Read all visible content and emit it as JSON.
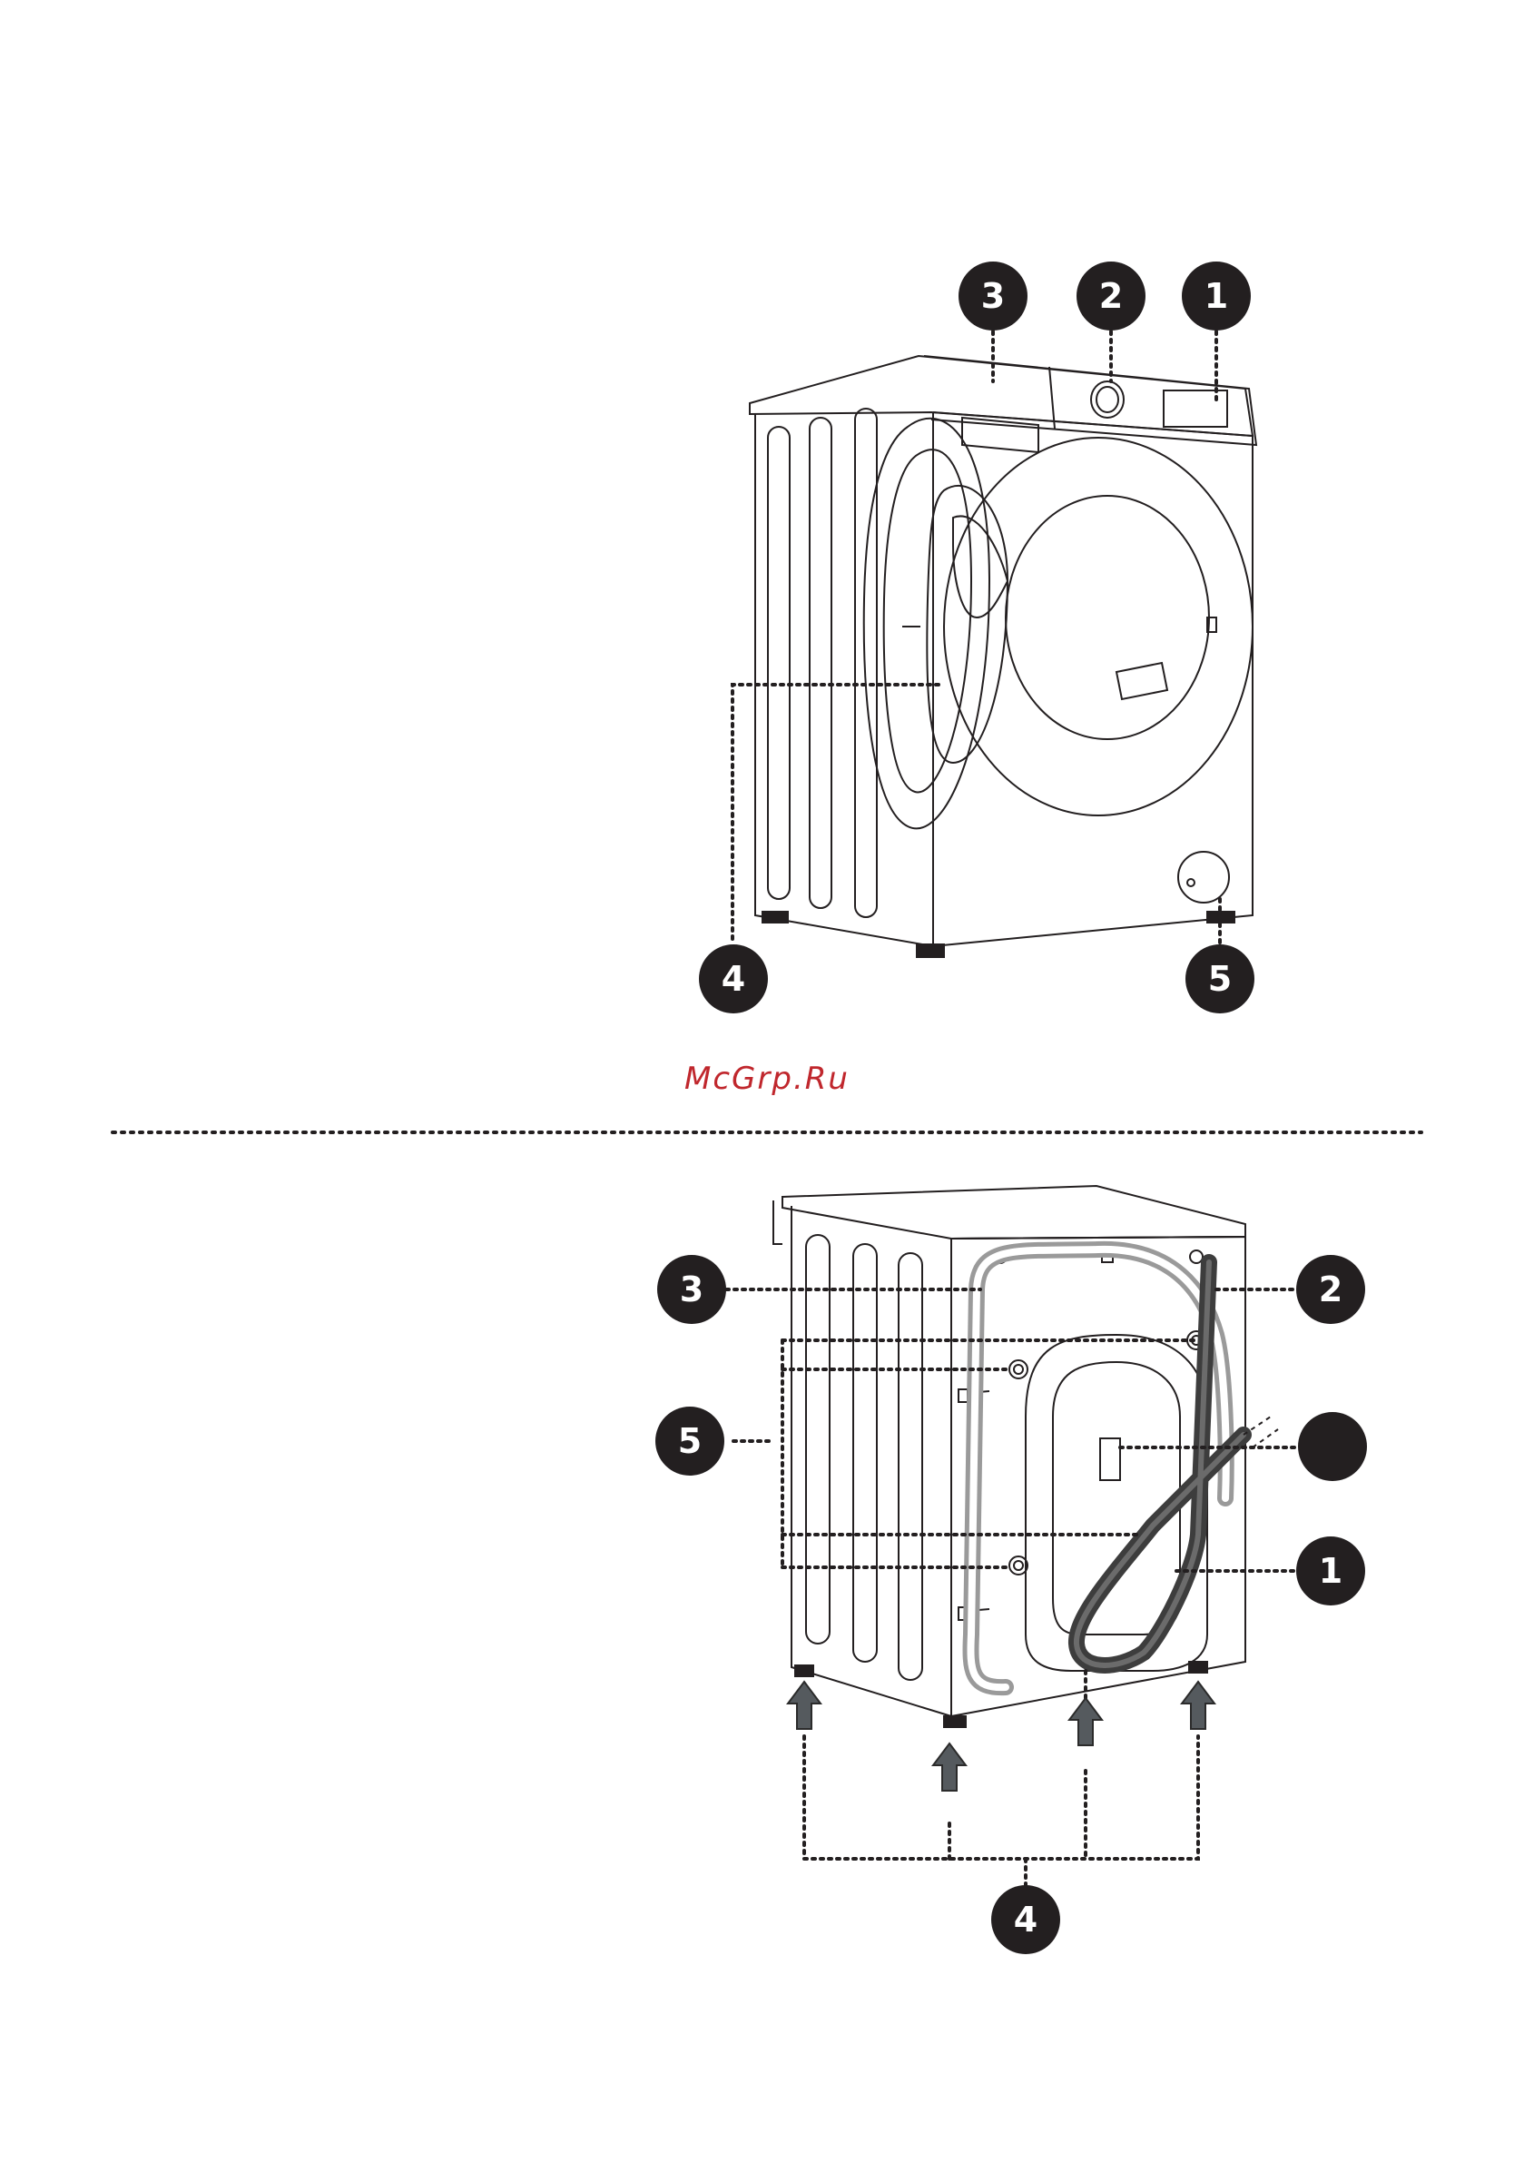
{
  "watermark": "McGrp.Ru",
  "front_view": {
    "callouts": [
      "1",
      "2",
      "3",
      "4",
      "5"
    ]
  },
  "rear_view": {
    "callouts": [
      "1",
      "2",
      "3",
      "4",
      "5",
      ""
    ]
  },
  "colors": {
    "line": "#231f20",
    "badge": "#231f20",
    "hose_light": "#9a9a9a",
    "hose_dark": "#3d3d3d",
    "arrow": "#555a5e",
    "watermark": "#c0272d"
  }
}
